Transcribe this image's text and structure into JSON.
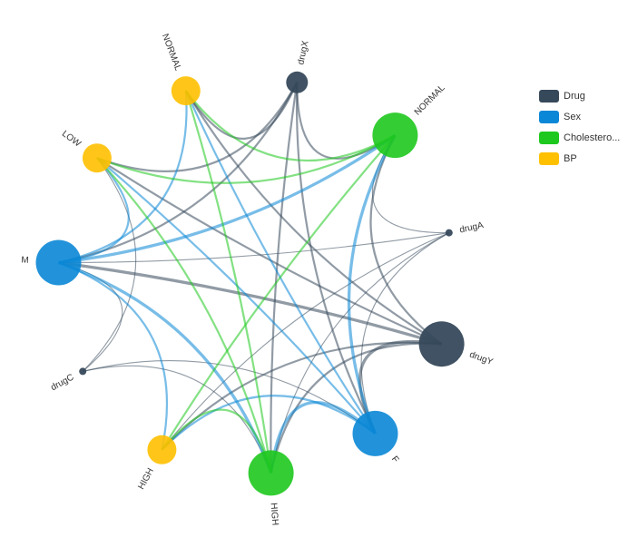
{
  "chart_data": {
    "type": "chord-network",
    "title": "",
    "categories": [
      {
        "name": "Drug",
        "color": "#36495b"
      },
      {
        "name": "Sex",
        "color": "#0a87d6"
      },
      {
        "name": "Cholestero...",
        "color": "#1ec81e"
      },
      {
        "name": "BP",
        "color": "#ffc000"
      }
    ],
    "nodes": [
      {
        "id": "drugX",
        "label": "drugX",
        "category": "Drug",
        "size": "small"
      },
      {
        "id": "chol_normal",
        "label": "NORMAL",
        "category": "Cholestero...",
        "size": "large"
      },
      {
        "id": "drugA",
        "label": "drugA",
        "category": "Drug",
        "size": "tiny"
      },
      {
        "id": "drugY",
        "label": "drugY",
        "category": "Drug",
        "size": "large"
      },
      {
        "id": "sex_f",
        "label": "F",
        "category": "Sex",
        "size": "large"
      },
      {
        "id": "chol_high",
        "label": "HIGH",
        "category": "Cholestero...",
        "size": "large"
      },
      {
        "id": "bp_high",
        "label": "HIGH",
        "category": "BP",
        "size": "medium"
      },
      {
        "id": "drugC",
        "label": "drugC",
        "category": "Drug",
        "size": "tiny"
      },
      {
        "id": "sex_m",
        "label": "M",
        "category": "Sex",
        "size": "large"
      },
      {
        "id": "bp_low",
        "label": "LOW",
        "category": "BP",
        "size": "medium"
      },
      {
        "id": "bp_normal",
        "label": "NORMAL",
        "category": "BP",
        "size": "medium"
      }
    ],
    "links": [
      [
        "drugY",
        "sex_m",
        3
      ],
      [
        "drugY",
        "sex_f",
        3
      ],
      [
        "drugY",
        "chol_normal",
        2
      ],
      [
        "drugY",
        "chol_high",
        2
      ],
      [
        "drugY",
        "bp_low",
        2
      ],
      [
        "drugY",
        "bp_high",
        2
      ],
      [
        "drugY",
        "bp_normal",
        2
      ],
      [
        "drugX",
        "sex_m",
        2
      ],
      [
        "drugX",
        "sex_f",
        2
      ],
      [
        "drugX",
        "chol_normal",
        2
      ],
      [
        "drugX",
        "chol_high",
        2
      ],
      [
        "drugX",
        "bp_low",
        2
      ],
      [
        "drugX",
        "bp_normal",
        2
      ],
      [
        "drugA",
        "sex_m",
        1
      ],
      [
        "drugA",
        "sex_f",
        1
      ],
      [
        "drugA",
        "chol_normal",
        1
      ],
      [
        "drugA",
        "chol_high",
        1
      ],
      [
        "drugA",
        "bp_high",
        1
      ],
      [
        "drugC",
        "sex_m",
        1
      ],
      [
        "drugC",
        "sex_f",
        1
      ],
      [
        "drugC",
        "chol_high",
        1
      ],
      [
        "drugC",
        "bp_low",
        1
      ],
      [
        "sex_m",
        "chol_normal",
        3
      ],
      [
        "sex_m",
        "chol_high",
        3
      ],
      [
        "sex_m",
        "bp_low",
        2
      ],
      [
        "sex_m",
        "bp_high",
        2
      ],
      [
        "sex_m",
        "bp_normal",
        2
      ],
      [
        "sex_f",
        "chol_normal",
        3
      ],
      [
        "sex_f",
        "chol_high",
        3
      ],
      [
        "sex_f",
        "bp_low",
        2
      ],
      [
        "sex_f",
        "bp_high",
        2
      ],
      [
        "sex_f",
        "bp_normal",
        2
      ],
      [
        "chol_normal",
        "bp_low",
        2
      ],
      [
        "chol_normal",
        "bp_high",
        2
      ],
      [
        "chol_normal",
        "bp_normal",
        2
      ],
      [
        "chol_high",
        "bp_low",
        2
      ],
      [
        "chol_high",
        "bp_high",
        2
      ],
      [
        "chol_high",
        "bp_normal",
        2
      ]
    ],
    "legend_position": "top-right"
  }
}
